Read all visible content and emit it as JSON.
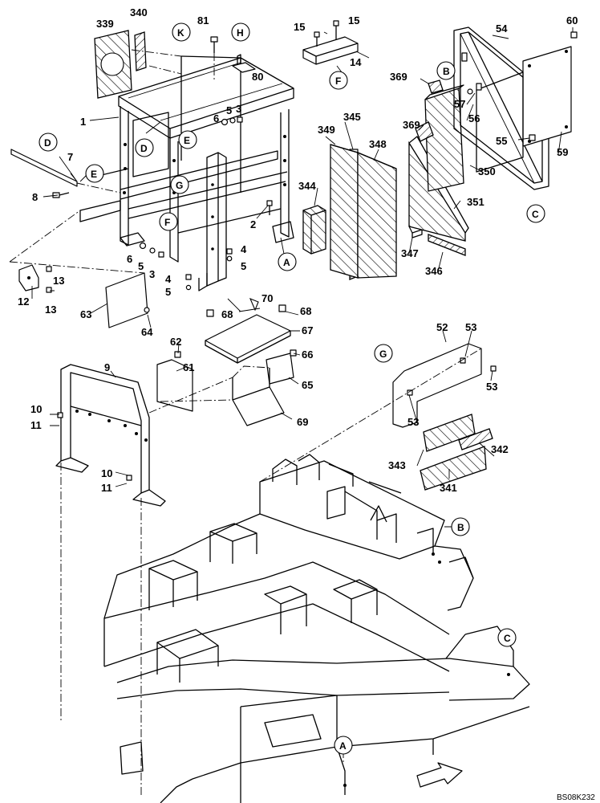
{
  "diagram": {
    "code": "BS08K232",
    "part_numbers": [
      "339",
      "340",
      "81",
      "3",
      "5",
      "6",
      "1",
      "2",
      "4",
      "7",
      "8",
      "12",
      "13",
      "63",
      "64",
      "80",
      "14",
      "15",
      "9",
      "10",
      "11",
      "61",
      "62",
      "65",
      "66",
      "67",
      "68",
      "69",
      "70",
      "344",
      "345",
      "348",
      "349",
      "347",
      "346",
      "351",
      "350",
      "369",
      "54",
      "55",
      "56",
      "57",
      "59",
      "60",
      "52",
      "53",
      "341",
      "342",
      "343"
    ],
    "reference_letters": [
      "K",
      "H",
      "F",
      "D",
      "E",
      "G",
      "B",
      "C",
      "A"
    ],
    "labels": [
      {
        "text": "339"
      },
      {
        "text": "340"
      },
      {
        "text": "81"
      },
      {
        "text": "3"
      },
      {
        "text": "5"
      },
      {
        "text": "6"
      },
      {
        "text": "1"
      },
      {
        "text": "D"
      },
      {
        "text": "E"
      },
      {
        "text": "G"
      },
      {
        "text": "F"
      },
      {
        "text": "2"
      },
      {
        "text": "4"
      },
      {
        "text": "5"
      },
      {
        "text": "4"
      },
      {
        "text": "5"
      },
      {
        "text": "6"
      },
      {
        "text": "5"
      },
      {
        "text": "3"
      },
      {
        "text": "7"
      },
      {
        "text": "8"
      },
      {
        "text": "13"
      },
      {
        "text": "12"
      },
      {
        "text": "13"
      },
      {
        "text": "63"
      },
      {
        "text": "64"
      },
      {
        "text": "K"
      },
      {
        "text": "H"
      },
      {
        "text": "80"
      },
      {
        "text": "15"
      },
      {
        "text": "15"
      },
      {
        "text": "14"
      },
      {
        "text": "F"
      },
      {
        "text": "A"
      },
      {
        "text": "D"
      },
      {
        "text": "E"
      },
      {
        "text": "344"
      },
      {
        "text": "345"
      },
      {
        "text": "349"
      },
      {
        "text": "348"
      },
      {
        "text": "347"
      },
      {
        "text": "346"
      },
      {
        "text": "369"
      },
      {
        "text": "351"
      },
      {
        "text": "350"
      },
      {
        "text": "369"
      },
      {
        "text": "54"
      },
      {
        "text": "60"
      },
      {
        "text": "B"
      },
      {
        "text": "57"
      },
      {
        "text": "56"
      },
      {
        "text": "55"
      },
      {
        "text": "59"
      },
      {
        "text": "C"
      },
      {
        "text": "70"
      },
      {
        "text": "68"
      },
      {
        "text": "68"
      },
      {
        "text": "67"
      },
      {
        "text": "66"
      },
      {
        "text": "65"
      },
      {
        "text": "69"
      },
      {
        "text": "62"
      },
      {
        "text": "61"
      },
      {
        "text": "9"
      },
      {
        "text": "10"
      },
      {
        "text": "11"
      },
      {
        "text": "10"
      },
      {
        "text": "11"
      },
      {
        "text": "G"
      },
      {
        "text": "52"
      },
      {
        "text": "53"
      },
      {
        "text": "53"
      },
      {
        "text": "53"
      },
      {
        "text": "343"
      },
      {
        "text": "342"
      },
      {
        "text": "341"
      },
      {
        "text": "B"
      },
      {
        "text": "C"
      },
      {
        "text": "A"
      }
    ]
  }
}
